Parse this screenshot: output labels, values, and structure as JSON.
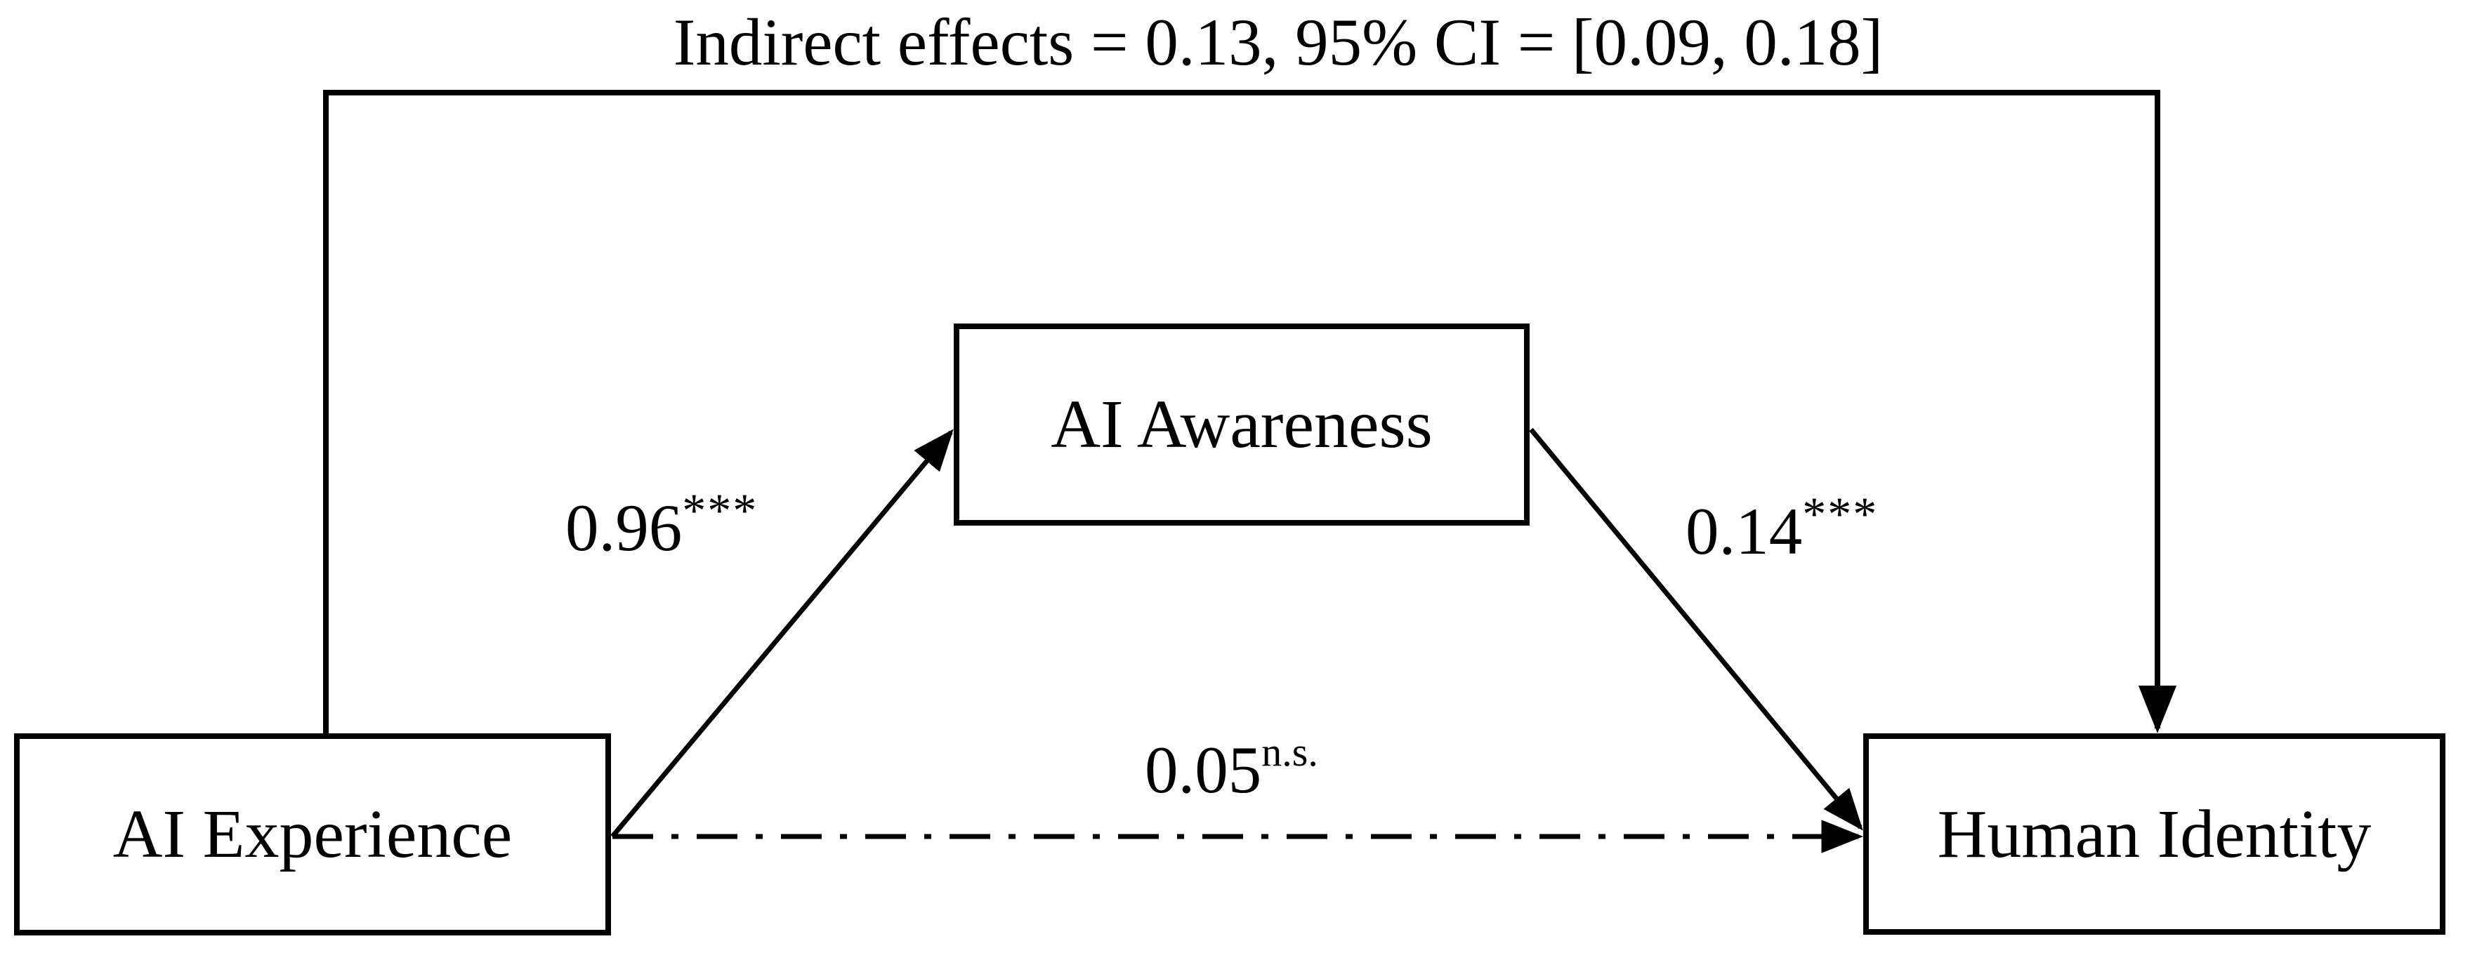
{
  "diagram": {
    "type": "mediation-path-model",
    "annotation": "Indirect effects = 0.13, 95% CI = [0.09, 0.18]",
    "nodes": [
      {
        "id": "ai-experience",
        "label": "AI Experience",
        "role": "independent-variable"
      },
      {
        "id": "ai-awareness",
        "label": "AI Awareness",
        "role": "mediator"
      },
      {
        "id": "human-identity",
        "label": "Human Identity",
        "role": "dependent-variable"
      }
    ],
    "edges": [
      {
        "id": "a-path",
        "from": "AI Experience",
        "to": "AI Awareness",
        "coefficient": "0.96",
        "significance": "***",
        "line_style": "solid"
      },
      {
        "id": "b-path",
        "from": "AI Awareness",
        "to": "Human Identity",
        "coefficient": "0.14",
        "significance": "***",
        "line_style": "solid"
      },
      {
        "id": "direct-path",
        "from": "AI Experience",
        "to": "Human Identity",
        "coefficient": "0.05",
        "significance": "n.s.",
        "line_style": "dash-dot"
      },
      {
        "id": "indirect-path",
        "from": "AI Experience",
        "to": "Human Identity",
        "label": "Indirect effects = 0.13, 95% CI = [0.09, 0.18]",
        "line_style": "solid",
        "route": "top"
      }
    ],
    "colors": {
      "line": "#000000",
      "text": "#000000",
      "background": "#ffffff"
    }
  }
}
